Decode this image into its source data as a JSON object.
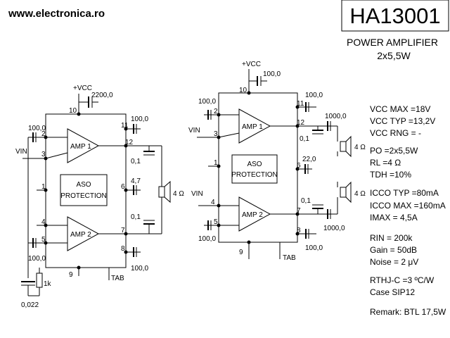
{
  "header": {
    "website": "www.electronica.ro",
    "part_number": "HA13001",
    "subtitle": "POWER AMPLIFIER",
    "power": "2x5,5W"
  },
  "left_circuit": {
    "vcc": "+VCC",
    "cap_supply": "2200,0",
    "cap_in1": "100,0",
    "cap_top": "100,0",
    "cap_bottom_left": "100,0",
    "cap_bottom_right": "100,0",
    "cap_mid1": "0,1",
    "cap_mid2": "0,1",
    "cap_47": "4,7",
    "cap_small": "0,022",
    "res": "1k",
    "speaker": "4 Ω",
    "vin": "VIN",
    "amp1": "AMP 1",
    "amp2": "AMP 2",
    "aso_line1": "ASO",
    "aso_line2": "PROTECTION",
    "tab": "TAB",
    "pins": [
      "10",
      "2",
      "3",
      "1",
      "4",
      "5",
      "9",
      "11",
      "12",
      "6",
      "7",
      "8"
    ]
  },
  "right_circuit": {
    "vcc": "+VCC",
    "cap_supply": "100,0",
    "cap_in_top": "100,0",
    "cap_in_bottom": "100,0",
    "cap_out_top": "100,0",
    "cap_out_bottom": "100,0",
    "cap_big_top": "1000,0",
    "cap_big_bottom": "1000,0",
    "cap_01_top": "0,1",
    "cap_01_bottom": "0,1",
    "cap_22": "22,0",
    "speaker_top": "4 Ω",
    "speaker_bottom": "4 Ω",
    "vin_top": "VIN",
    "vin_bottom": "VIN",
    "amp1": "AMP 1",
    "amp2": "AMP 2",
    "aso_line1": "ASO",
    "aso_line2": "PROTECTION",
    "tab": "TAB",
    "pins": [
      "10",
      "2",
      "3",
      "1",
      "4",
      "5",
      "9",
      "11",
      "12",
      "6",
      "7",
      "8"
    ]
  },
  "specs": [
    "VCC MAX =18V",
    "VCC TYP =13,2V",
    "VCC RNG = -",
    "PO =2x5,5W",
    "RL =4 Ω",
    "TDH =10%",
    "ICCO TYP =80mA",
    "ICCO MAX =160mA",
    "IMAX = 4,5A",
    "RIN = 200k",
    "Gain = 50dB",
    "Noise = 2 μV",
    "RTHJ-C =3 ºC/W",
    "Case SIP12",
    "Remark: BTL 17,5W"
  ]
}
